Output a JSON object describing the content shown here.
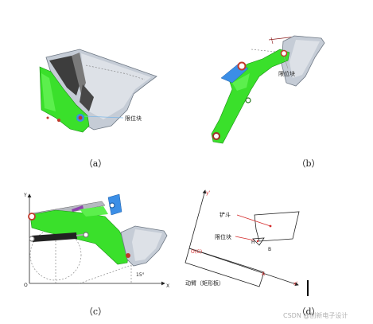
{
  "panel_a": {
    "caption": "（a）",
    "limit_block_label": "限位块"
  },
  "panel_b": {
    "caption": "（b）",
    "limit_block_label": "限位块"
  },
  "panel_c": {
    "caption": "（c）",
    "axis_y_label": "Y",
    "axis_x_label": "X",
    "origin_label": "O",
    "angle_label": "15°"
  },
  "panel_d": {
    "caption": "（d）",
    "axis_y_label": "y'",
    "axis_x_label": "x'",
    "origin_label": "O(G)",
    "bucket_label": "铲斗",
    "limit_block_label": "限位块",
    "boom_label": "动臂（矩形板）",
    "point_a_label": "A",
    "point_h_label": "H",
    "point_b_label": "B"
  },
  "watermark": "CSDN @创新电子设计",
  "colors": {
    "green": "#3ae02b",
    "gray": "#c5ccd6",
    "blue": "#3b8ee6",
    "red": "#d42a2a",
    "pin": "#c0392b"
  }
}
